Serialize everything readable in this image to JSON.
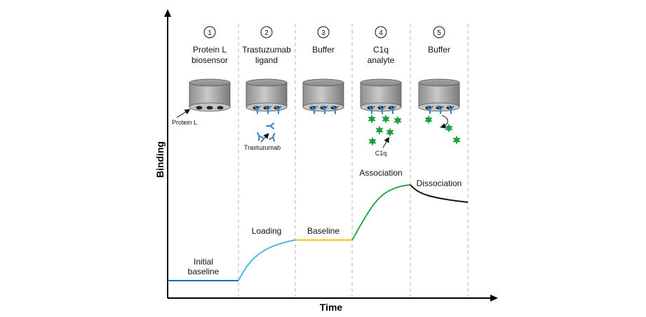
{
  "axes": {
    "y_label": "Binding",
    "x_label": "Time"
  },
  "steps": [
    {
      "number": "1",
      "title_line1": "Protein L",
      "title_line2": "biosensor"
    },
    {
      "number": "2",
      "title_line1": "Trastuzumab",
      "title_line2": "ligand"
    },
    {
      "number": "3",
      "title_line1": "Buffer",
      "title_line2": ""
    },
    {
      "number": "4",
      "title_line1": "C1q",
      "title_line2": "analyte"
    },
    {
      "number": "5",
      "title_line1": "Buffer",
      "title_line2": ""
    }
  ],
  "annotations": {
    "protein_l": "Protein L",
    "trastuzumab": "Trastuzumab",
    "c1q": "C1q"
  },
  "phases": {
    "initial_line1": "Initial",
    "initial_line2": "baseline",
    "loading": "Loading",
    "baseline": "Baseline",
    "association": "Association",
    "dissociation": "Dissociation"
  },
  "colors": {
    "initial": "#1f6fb5",
    "loading": "#4fb8e6",
    "baseline": "#f2c418",
    "association": "#2aa845",
    "dissociation": "#111111",
    "antibody": "#3b86c8",
    "c1q": "#1e9e3a"
  }
}
